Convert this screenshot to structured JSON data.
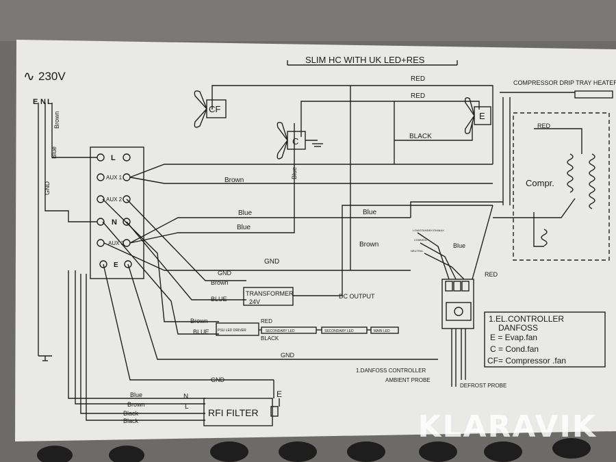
{
  "diagram": {
    "title": "SLIM HC WITH UK LED+RES",
    "supply": "230V",
    "supply_symbol": "∿",
    "supply_lines": [
      "E",
      "N",
      "L"
    ],
    "terminals": [
      "L",
      "AUX 1",
      "AUX 2",
      "N",
      "AUX 3",
      "E"
    ],
    "wires": {
      "brown_vertical": "Brown",
      "blue_vertical": "Blue",
      "gnd_vertical": "GND",
      "red_top_1": "RED",
      "red_top_2": "RED",
      "black_evap": "BLACK",
      "brown_aux1": "Brown",
      "blue_mid_1": "Blue",
      "blue_mid_2": "Blue",
      "blue_right": "Blue",
      "brown_right": "Brown",
      "blue_c_fan": "Blue",
      "gnd_aux3": "GND",
      "brown_transformer": "Brown",
      "blue_transformer": "BLUE",
      "dc_output": "DC OUTPUT",
      "brown_led": "Brown",
      "blue_led": "BLUE",
      "red_led": "RED",
      "black_led": "BLACK",
      "gnd_lower": "GND",
      "gnd_filter": "GND",
      "red_controller": "RED",
      "blue_controller": "Blue",
      "red_compressor": "RED",
      "filter_blue": "Blue",
      "filter_brown": "Brown",
      "filter_black_1": "Black",
      "filter_black_2": "Black",
      "filter_n": "N",
      "filter_l": "L",
      "filter_e": "E"
    },
    "components": {
      "cf_fan": "CF",
      "c_fan": "C",
      "e_fan": "E",
      "transformer": "TRANSFORMER",
      "transformer_voltage": "24V",
      "led_driver": "PSU LED DRIVER",
      "led_1": "SECONDARY LED",
      "led_2": "SECONDARY LED",
      "led_3": "MAIN LED",
      "heater": "COMPRESSOR DRIP TRAY HEATER",
      "compressor": "Compr.",
      "controller": "1.DANFOSS CONTROLLER",
      "ambient_probe": "AMBIENT PROBE",
      "defrost_probe": "DEFROST PROBE",
      "rfi_filter": "RFI FILTER",
      "relay_1": "LOW/STANDBY/ON/MAX",
      "relay_2": "COMMON",
      "relay_3": "NEUTRAL"
    },
    "legend": {
      "title_1": "1.EL.CONTROLLER",
      "title_2": "DANFOSS",
      "items": [
        "E = Evap.fan",
        "C = Cond.fan",
        "CF= Compressor .fan"
      ]
    },
    "watermark": "KLARAVIK"
  }
}
